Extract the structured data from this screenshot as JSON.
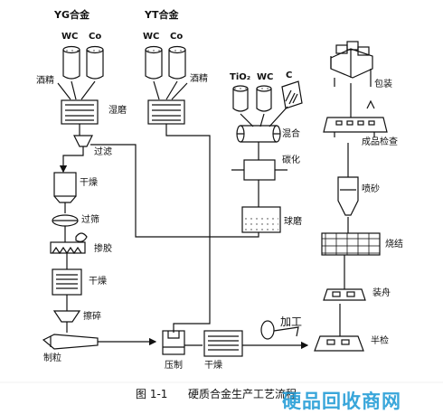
{
  "headers": {
    "yg_group": "YG合金",
    "yt_group": "YT合金"
  },
  "chemicals": {
    "wc": "WC",
    "co": "Co",
    "tio2": "TiO₂",
    "c": "C"
  },
  "labels": {
    "alcohol": "酒精",
    "wet_mill": "湿磨",
    "filter": "过滤",
    "dry": "干燥",
    "sieve": "过筛",
    "mix_glue": "掺胶",
    "crush": "擦碎",
    "granulate": "制粒",
    "press": "压制",
    "process": "加工",
    "mix": "混合",
    "carbonize": "碳化",
    "ball_mill": "球磨",
    "pack": "包装",
    "inspect": "成品检查",
    "sandblast": "喷砂",
    "sinter": "烧结",
    "load_boat": "装舟",
    "half_inspect": "半检"
  },
  "caption": {
    "number": "图 1-1",
    "title": "硬质合金生产工艺流程"
  },
  "watermark": "硬品回收商网",
  "colors": {
    "ink": "#111111",
    "watermark": "#1e9ad6"
  }
}
